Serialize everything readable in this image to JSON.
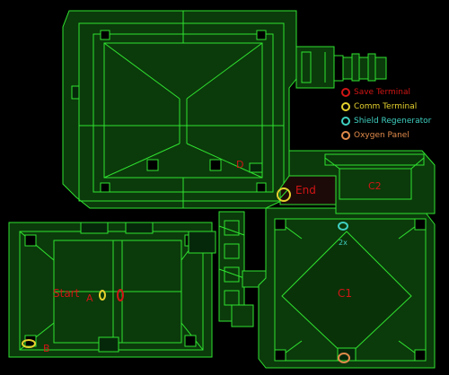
{
  "legend": {
    "items": [
      {
        "label": "Save Terminal",
        "color": "#d11515",
        "icon": "save-terminal-icon"
      },
      {
        "label": "Comm Terminal",
        "color": "#e6d22e",
        "icon": "comm-terminal-icon"
      },
      {
        "label": "Shield Regenerator",
        "color": "#3fd0c2",
        "icon": "shield-regenerator-icon"
      },
      {
        "label": "Oxygen Panel",
        "color": "#e08a4a",
        "icon": "oxygen-panel-icon"
      }
    ]
  },
  "rooms": {
    "start": "Start",
    "a": "A",
    "b": "B",
    "c1": "C1",
    "c2": "C2",
    "d": "D",
    "end": "End",
    "multiplier": "2x"
  },
  "colors": {
    "line": "#2fe22f",
    "floor": "#0b3a0b",
    "floor_dark": "#06280a",
    "red_label": "#d11515",
    "end_zone": "#1c0a08"
  }
}
